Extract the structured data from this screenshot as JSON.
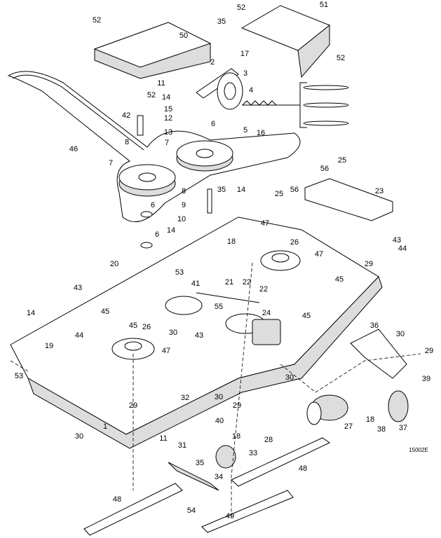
{
  "diagram": {
    "drawing_code": "15002E",
    "callouts": [
      "52",
      "50",
      "35",
      "52",
      "51",
      "17",
      "2",
      "3",
      "52",
      "52",
      "11",
      "4",
      "14",
      "15",
      "6",
      "16",
      "5",
      "12",
      "13",
      "42",
      "46",
      "8",
      "7",
      "7",
      "8",
      "9",
      "10",
      "35",
      "14",
      "6",
      "6",
      "14",
      "25",
      "56",
      "25",
      "56",
      "23",
      "47",
      "18",
      "26",
      "43",
      "44",
      "20",
      "53",
      "47",
      "29",
      "41",
      "21",
      "22",
      "22",
      "43",
      "45",
      "14",
      "45",
      "45",
      "45",
      "55",
      "24",
      "26",
      "30",
      "44",
      "19",
      "43",
      "36",
      "30",
      "47",
      "29",
      "53",
      "30",
      "39",
      "30",
      "32",
      "29",
      "29",
      "40",
      "18",
      "37",
      "30",
      "1",
      "38",
      "27",
      "28",
      "11",
      "18",
      "31",
      "33",
      "35",
      "48",
      "34",
      "48",
      "54",
      "49"
    ]
  }
}
